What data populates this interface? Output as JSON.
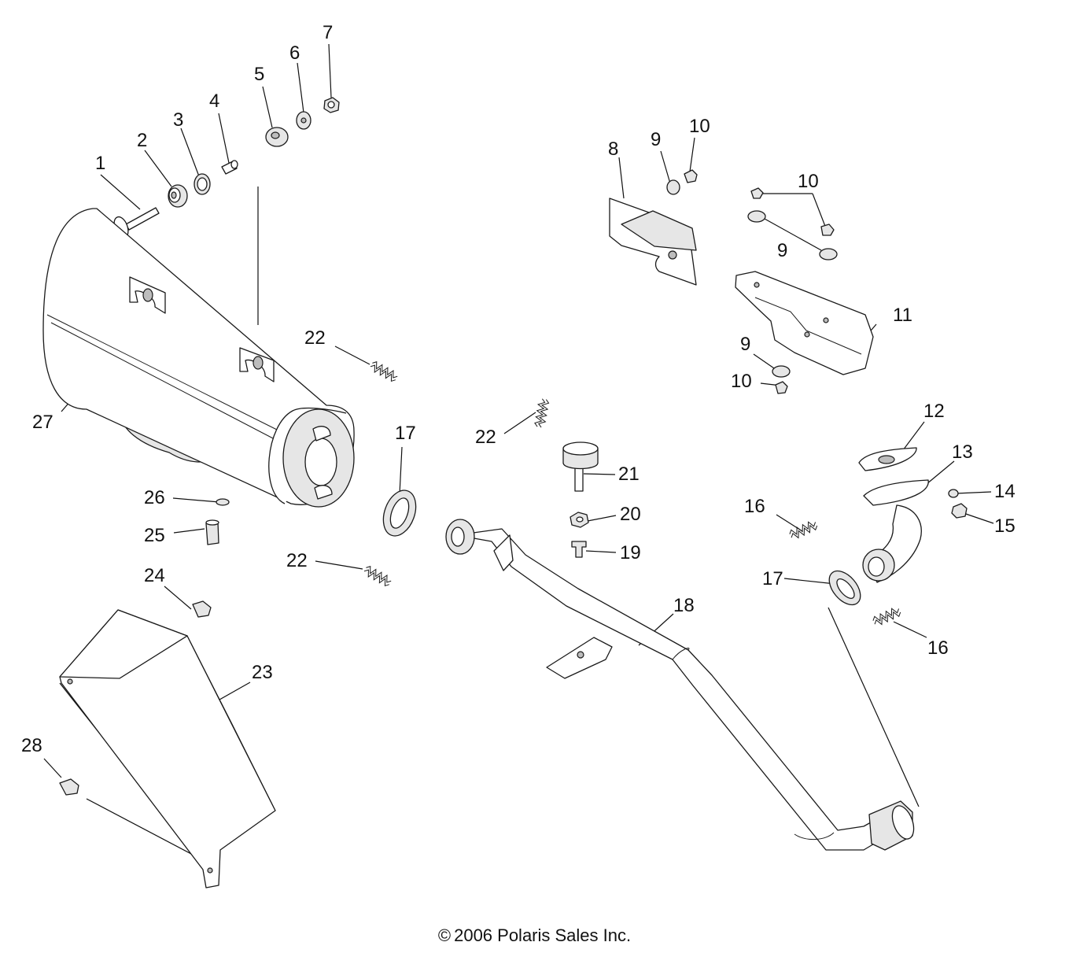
{
  "diagram": {
    "callouts": {
      "c1": "1",
      "c2": "2",
      "c3": "3",
      "c4": "4",
      "c5": "5",
      "c6": "6",
      "c7": "7",
      "c8": "8",
      "c9a": "9",
      "c9b": "9",
      "c9c": "9",
      "c10a": "10",
      "c10b": "10",
      "c10c": "10",
      "c11": "11",
      "c12": "12",
      "c13": "13",
      "c14": "14",
      "c15": "15",
      "c16a": "16",
      "c16b": "16",
      "c17a": "17",
      "c17b": "17",
      "c18": "18",
      "c19": "19",
      "c20": "20",
      "c21": "21",
      "c22a": "22",
      "c22b": "22",
      "c22c": "22",
      "c23": "23",
      "c24": "24",
      "c25": "25",
      "c26": "26",
      "c27": "27",
      "c28": "28"
    },
    "copyright": "2006 Polaris Sales Inc.",
    "copyright_icon": "copyright-symbol"
  }
}
